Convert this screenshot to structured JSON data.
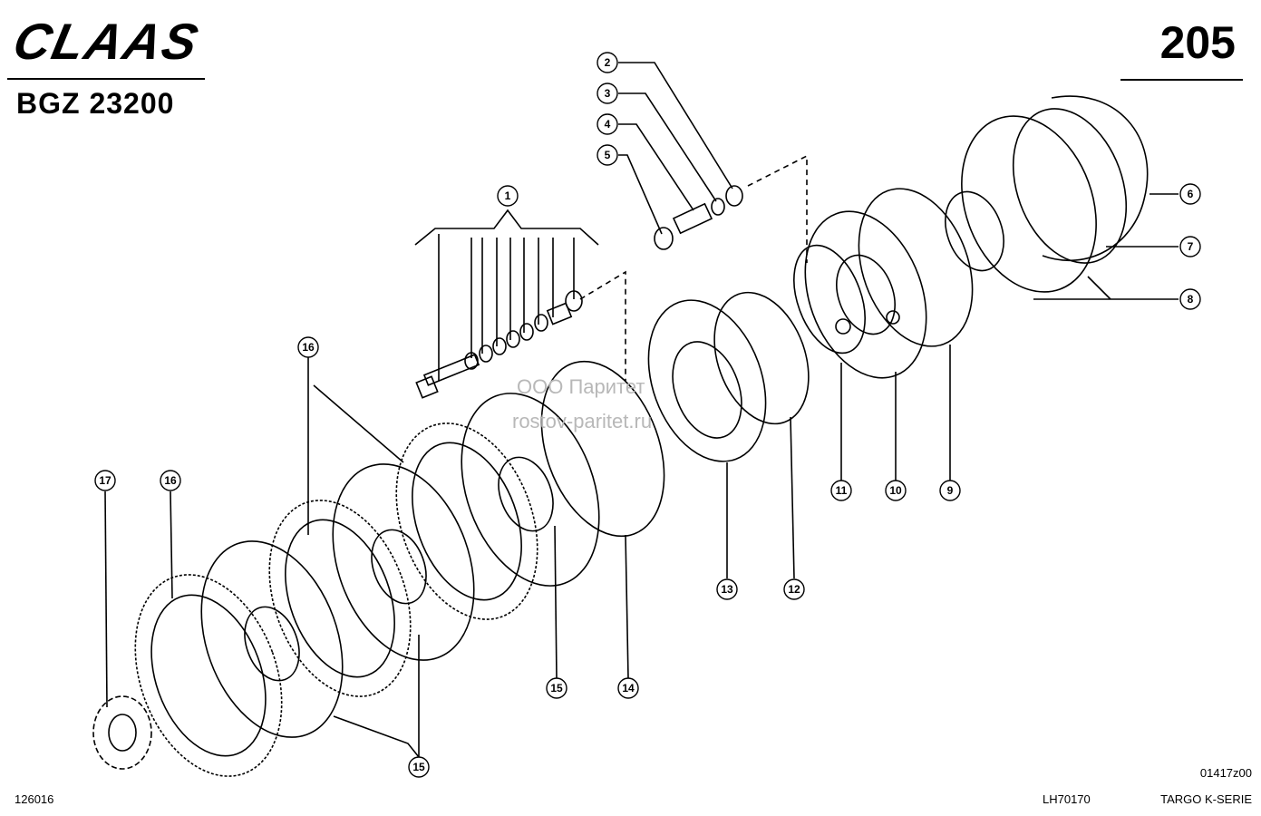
{
  "header": {
    "brand": "CLAAS",
    "model": "BGZ 23200",
    "page_number": "205"
  },
  "watermark": {
    "line1": "ООО Паритет",
    "line2": "rostov-paritet.ru"
  },
  "footer": {
    "left_code": "126016",
    "center_code": "LH70170",
    "drawing_code": "01417z00",
    "series": "TARGO K-SERIE"
  },
  "callouts": [
    "1",
    "2",
    "3",
    "4",
    "5",
    "6",
    "7",
    "8",
    "9",
    "10",
    "11",
    "12",
    "13",
    "14",
    "15",
    "16",
    "17"
  ],
  "colors": {
    "ink": "#000000",
    "paper": "#ffffff",
    "watermark": "#b8b8b8"
  }
}
